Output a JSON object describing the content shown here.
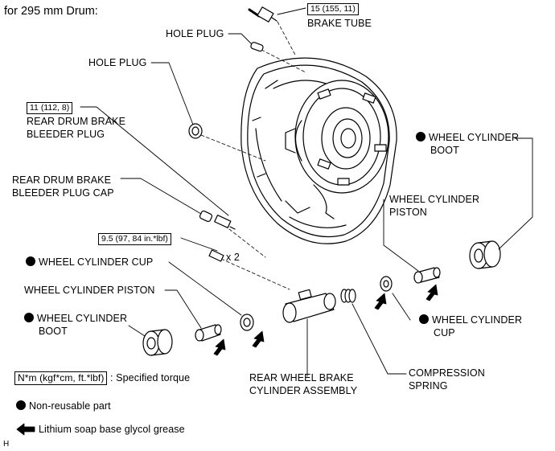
{
  "title": "for 295 mm Drum:",
  "figure_code": "H",
  "labels": {
    "brake_tube_torque": "15 (155, 11)",
    "brake_tube": "BRAKE TUBE",
    "hole_plug_upper": "HOLE PLUG",
    "hole_plug_left": "HOLE PLUG",
    "bleeder_torque": "11 (112, 8)",
    "bleeder_plug_line1": "REAR DRUM BRAKE",
    "bleeder_plug_line2": "BLEEDER PLUG",
    "bleeder_cap_line1": "REAR DRUM BRAKE",
    "bleeder_cap_line2": "BLEEDER PLUG CAP",
    "bolt_torque": "9.5 (97, 84 in.*lbf)",
    "bolt_qty": "x 2",
    "cup_left": "WHEEL CYLINDER CUP",
    "piston_left": "WHEEL CYLINDER PISTON",
    "boot_left_line1": "WHEEL CYLINDER",
    "boot_left_line2": "BOOT",
    "boot_right_line1": "WHEEL CYLINDER",
    "boot_right_line2": "BOOT",
    "piston_right_line1": "WHEEL CYLINDER",
    "piston_right_line2": "PISTON",
    "cup_right_line1": "WHEEL CYLINDER",
    "cup_right_line2": "CUP",
    "cylinder_assy_line1": "REAR WHEEL BRAKE",
    "cylinder_assy_line2": "CYLINDER ASSEMBLY",
    "spring_line1": "COMPRESSION",
    "spring_line2": "SPRING"
  },
  "legend": {
    "torque_key": "N*m (kgf*cm, ft.*lbf)",
    "torque_desc": ": Specified torque",
    "nonreusable": "Non-reusable part",
    "grease": "Lithium soap base glycol grease"
  },
  "icons": [
    "non-reusable-dot-icon",
    "grease-arrow-icon"
  ]
}
